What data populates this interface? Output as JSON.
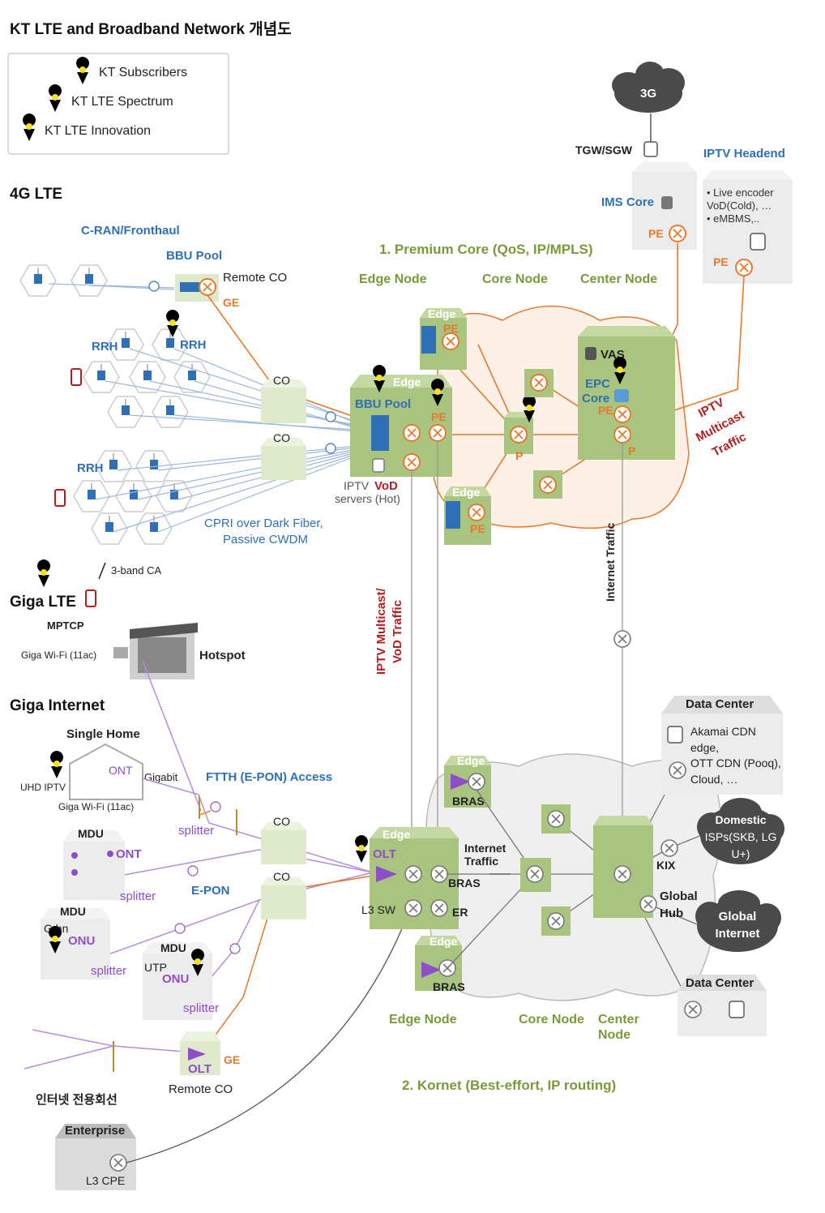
{
  "title": "KT LTE and Broadband Network 개념도",
  "legend": {
    "items": [
      "KT Subscribers",
      "KT LTE Spectrum",
      "KT LTE Innovation"
    ]
  },
  "sections": {
    "lte4g": "4G LTE",
    "giga_lte": "Giga LTE",
    "giga_internet": "Giga Internet"
  },
  "lte": {
    "cran": "C-RAN/Fronthaul",
    "bbu_pool": "BBU Pool",
    "remote_co": "Remote CO",
    "ge": "GE",
    "rrh": "RRH",
    "co": "CO",
    "cpri_line1": "CPRI over Dark Fiber,",
    "cpri_line2": "Passive CWDM",
    "three_band": "3-band CA",
    "mptcp": "MPTCP",
    "giga_wifi": "Giga Wi-Fi (11ac)",
    "hotspot": "Hotspot"
  },
  "premium_core": {
    "title": "1. Premium Core (QoS, IP/MPLS)",
    "edge_node": "Edge Node",
    "core_node": "Core Node",
    "center_node": "Center Node",
    "edge": "Edge",
    "pe": "PE",
    "p": "P",
    "bbu_pool": "BBU Pool",
    "vas": "VAS",
    "epc_line1": "EPC",
    "epc_line2": "Core",
    "iptv_prefix": "IPTV ",
    "vod": "VoD",
    "servers_hot": "servers (Hot)",
    "iptv_mc_1": "IPTV",
    "iptv_mc_2": "Multicast",
    "iptv_mc_3": "Traffic",
    "internet_traffic": "Internet Traffic",
    "iptv_vod_1": "IPTV Multicast/",
    "iptv_vod_2": "VoD Traffic"
  },
  "top_right": {
    "cloud_3g": "3G",
    "tgw": "TGW/SGW",
    "iptv_headend": "IPTV Headend",
    "ims_core": "IMS Core",
    "pe": "PE",
    "headend_lines": [
      "• Live encoder",
      "VoD(Cold), …",
      "• eMBMS,.."
    ]
  },
  "giga_internet": {
    "single_home": "Single Home",
    "ont": "ONT",
    "uhd_iptv": "UHD IPTV",
    "gigabit": "Gigabit",
    "giga_wifi": "Giga Wi-Fi (11ac)",
    "ftth": "FTTH (E-PON) Access",
    "splitter": "splitter",
    "co": "CO",
    "mdu": "MDU",
    "epon": "E-PON",
    "ghn": "G.hn",
    "onu": "ONU",
    "utp": "UTP",
    "olt": "OLT",
    "ge": "GE",
    "remote_co": "Remote CO",
    "leased_line": "인터넷 전용회선",
    "enterprise": "Enterprise",
    "l3cpe": "L3 CPE"
  },
  "kornet": {
    "title": "2. Kornet (Best-effort, IP routing)",
    "edge": "Edge",
    "bras": "BRAS",
    "olt": "OLT",
    "l3sw": "L3 SW",
    "er": "ER",
    "internet_traffic_1": "Internet",
    "internet_traffic_2": "Traffic",
    "kix": "KIX",
    "global_hub_1": "Global",
    "global_hub_2": "Hub",
    "edge_node": "Edge Node",
    "core_node": "Core Node",
    "center_node_1": "Center",
    "center_node_2": "Node"
  },
  "data_center_1": {
    "title": "Data Center",
    "lines": [
      "Akamai CDN",
      "edge,",
      "OTT CDN (Pooq),",
      "Cloud, …"
    ]
  },
  "data_center_2": {
    "title": "Data Center"
  },
  "domestic": {
    "line1": "Domestic",
    "line2": "ISPs(SKB, LG",
    "line3": "U+)"
  },
  "global_internet": {
    "line1": "Global",
    "line2": "Internet"
  },
  "colors": {
    "orange": "#e8782a",
    "blue": "#2f6fb6",
    "olive": "#7a9a3a",
    "purple": "#8e4fc6",
    "red": "#b21f1f",
    "green_box": "#a9c47f"
  }
}
